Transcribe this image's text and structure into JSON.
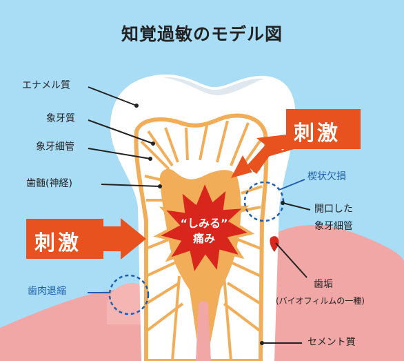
{
  "title": "知覚過敏のモデル図",
  "labels": {
    "enamel": "エナメル質",
    "dentin": "象牙質",
    "dentinal_tubule": "象牙細管",
    "pulp": "歯髄(神経)",
    "wedge_defect": "楔状欠損",
    "open_tubule_line1": "開口した",
    "open_tubule_line2": "象牙細管",
    "gum_recession": "歯肉退縮",
    "plaque_line1": "歯垢",
    "plaque_line2": "(バイオフィルムの一種)",
    "cementum": "セメント質"
  },
  "stimulus_right": "刺激",
  "stimulus_left": "刺激",
  "pain_line1": "“しみる”",
  "pain_line2": "痛み",
  "colors": {
    "background": "#a9dcf5",
    "enamel": "#ffffff",
    "pulp": "#f2ad58",
    "gum": "#f0a7a5",
    "stimulus": "#e8521e",
    "burst": "#d9261c",
    "highlight_circle": "#1c5fb0"
  }
}
